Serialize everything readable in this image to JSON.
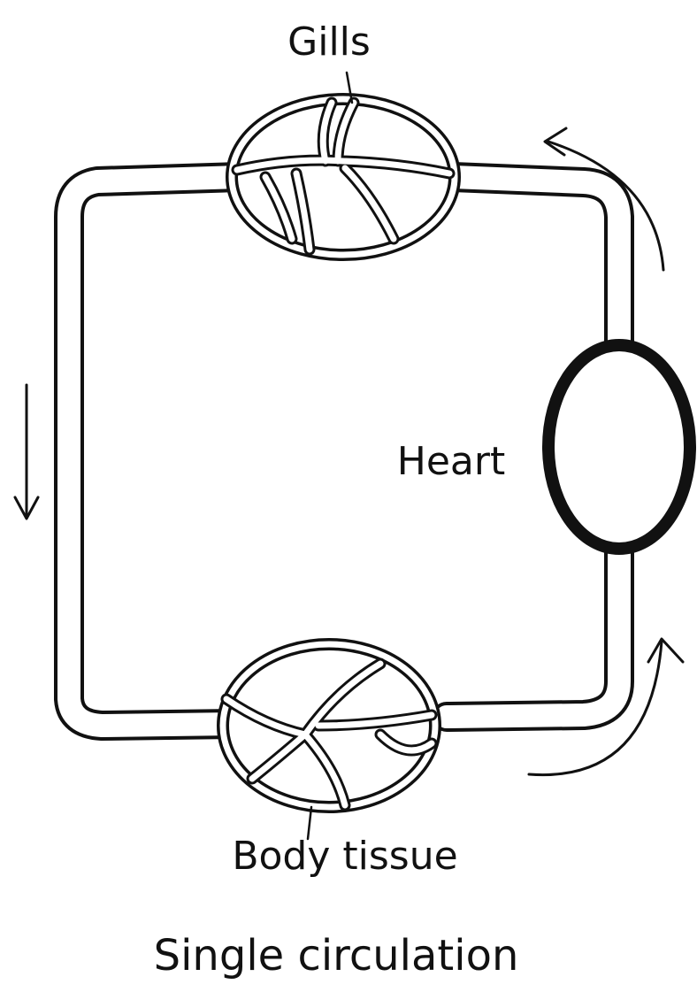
{
  "labels": {
    "gills": "Gills",
    "heart": "Heart",
    "body_tissue": "Body tissue",
    "caption": "Single circulation"
  },
  "colors": {
    "ink": "#111111",
    "background": "#ffffff"
  }
}
